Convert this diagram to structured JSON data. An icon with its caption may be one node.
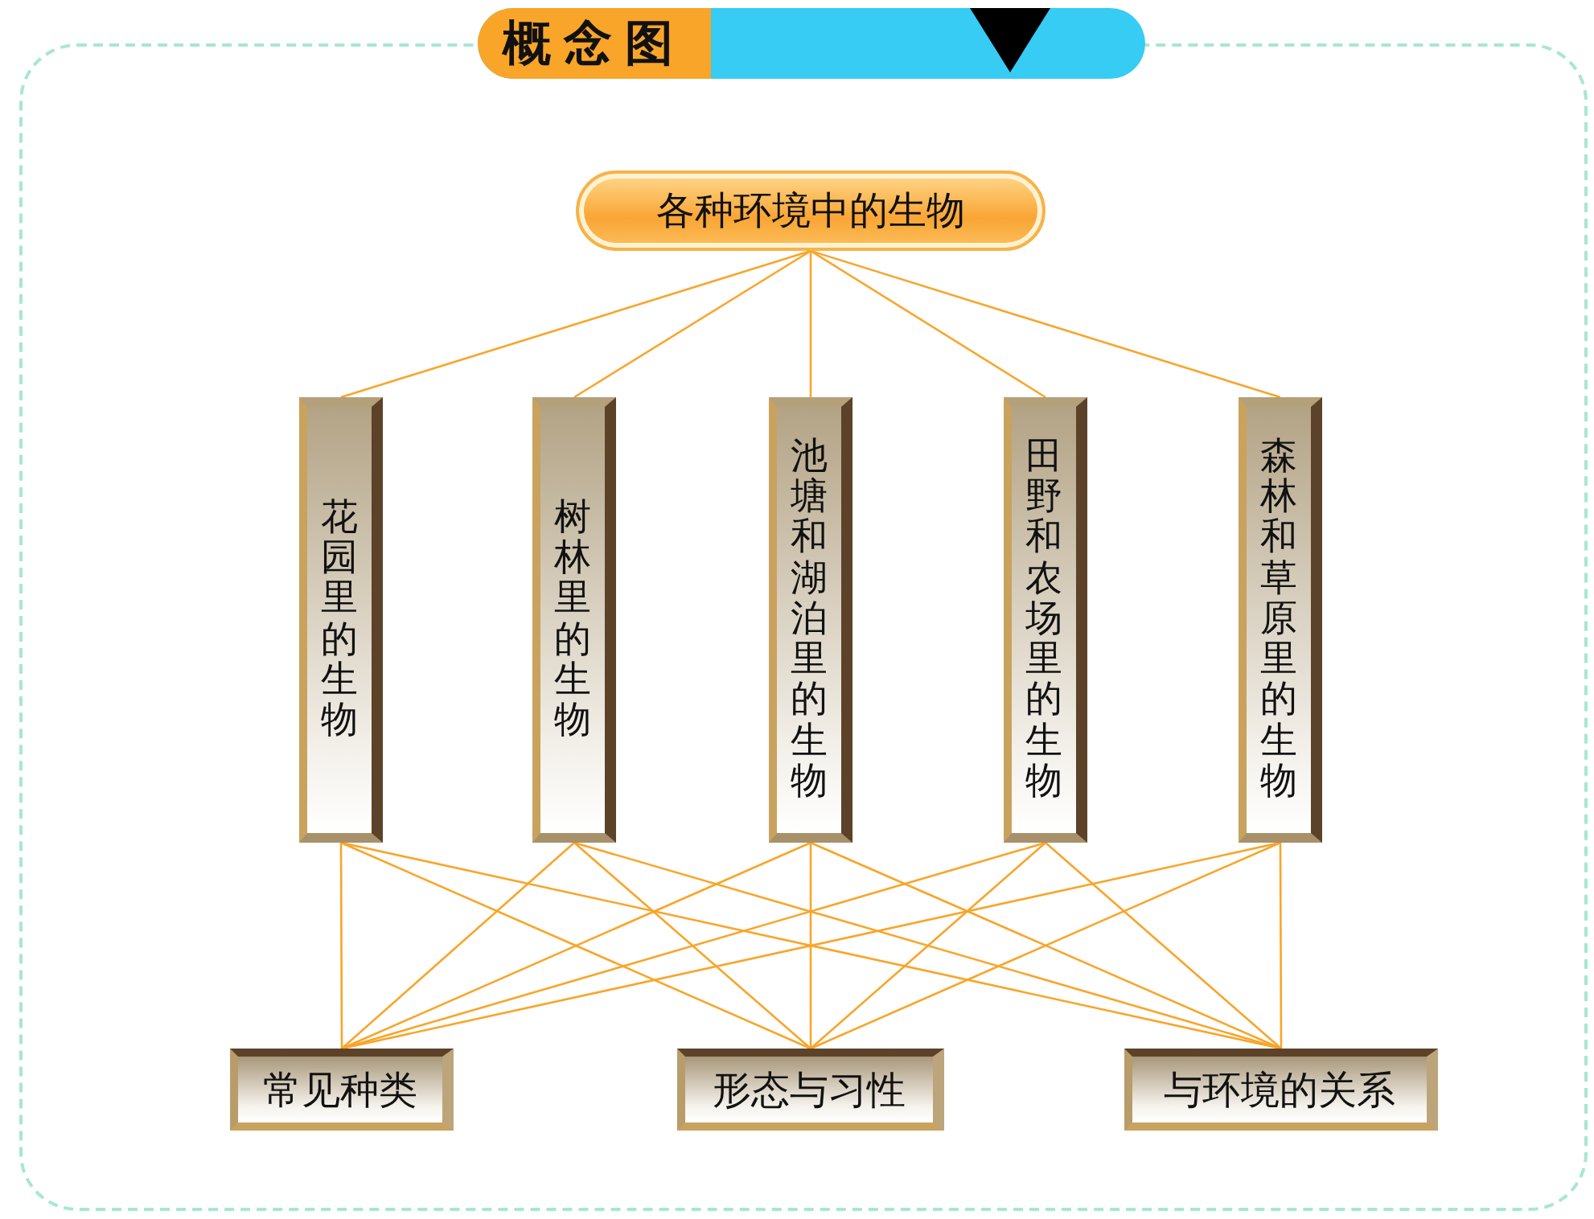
{
  "diagram": {
    "title": "概念图",
    "nodes": [
      {
        "text": [
          "各种环境中的生物"
        ]
      },
      {
        "text": [
          "花园里的生物"
        ]
      },
      {
        "text": [
          "树林里的生物"
        ]
      },
      {
        "text": [
          "池塘和湖泊里的生物"
        ]
      },
      {
        "text": [
          "田野和农场里的生物"
        ]
      },
      {
        "text": [
          "森林和草原里的生物"
        ]
      },
      {
        "text": [
          "常见种类"
        ]
      },
      {
        "text": [
          "形态与习性"
        ]
      },
      {
        "text": [
          "与环境的关系"
        ]
      }
    ],
    "edges": [
      {
        "from": 0,
        "to": 1,
        "arrow": "none"
      },
      {
        "from": 0,
        "to": 2,
        "arrow": "none"
      },
      {
        "from": 0,
        "to": 3,
        "arrow": "none"
      },
      {
        "from": 0,
        "to": 4,
        "arrow": "none"
      },
      {
        "from": 0,
        "to": 5,
        "arrow": "none"
      },
      {
        "from": 1,
        "to": 6,
        "arrow": "none"
      },
      {
        "from": 1,
        "to": 7,
        "arrow": "none"
      },
      {
        "from": 1,
        "to": 8,
        "arrow": "none"
      },
      {
        "from": 2,
        "to": 6,
        "arrow": "none"
      },
      {
        "from": 2,
        "to": 7,
        "arrow": "none"
      },
      {
        "from": 2,
        "to": 8,
        "arrow": "none"
      },
      {
        "from": 3,
        "to": 6,
        "arrow": "none"
      },
      {
        "from": 3,
        "to": 7,
        "arrow": "none"
      },
      {
        "from": 3,
        "to": 8,
        "arrow": "none"
      },
      {
        "from": 4,
        "to": 6,
        "arrow": "none"
      },
      {
        "from": 4,
        "to": 7,
        "arrow": "none"
      },
      {
        "from": 4,
        "to": 8,
        "arrow": "none"
      },
      {
        "from": 5,
        "to": 6,
        "arrow": "none"
      },
      {
        "from": 5,
        "to": 7,
        "arrow": "none"
      },
      {
        "from": 5,
        "to": 8,
        "arrow": "none"
      }
    ]
  }
}
